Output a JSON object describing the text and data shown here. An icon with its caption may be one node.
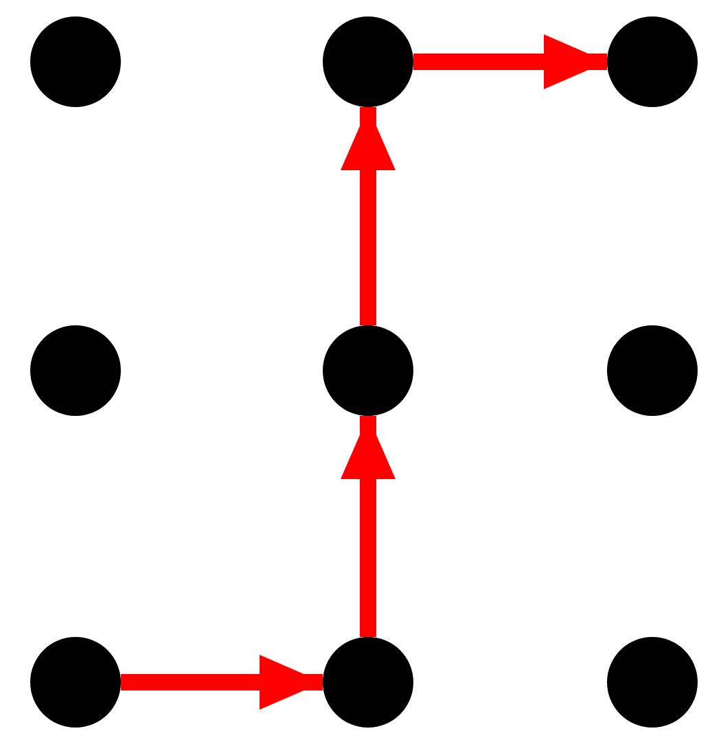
{
  "diagram": {
    "nodes": [
      {
        "text": [],
        "shape": "circle"
      },
      {
        "text": [],
        "shape": "circle"
      },
      {
        "text": [],
        "shape": "circle"
      },
      {
        "text": [],
        "shape": "circle"
      },
      {
        "text": [],
        "shape": "circle"
      },
      {
        "text": [],
        "shape": "circle"
      },
      {
        "text": [],
        "shape": "circle"
      },
      {
        "text": [],
        "shape": "circle"
      },
      {
        "text": [],
        "shape": "circle"
      }
    ],
    "edges": [
      {
        "from": 6,
        "to": 7,
        "arrow": "to"
      },
      {
        "from": 7,
        "to": 4,
        "arrow": "to"
      },
      {
        "from": 4,
        "to": 1,
        "arrow": "to"
      },
      {
        "from": 1,
        "to": 2,
        "arrow": "to"
      }
    ]
  }
}
